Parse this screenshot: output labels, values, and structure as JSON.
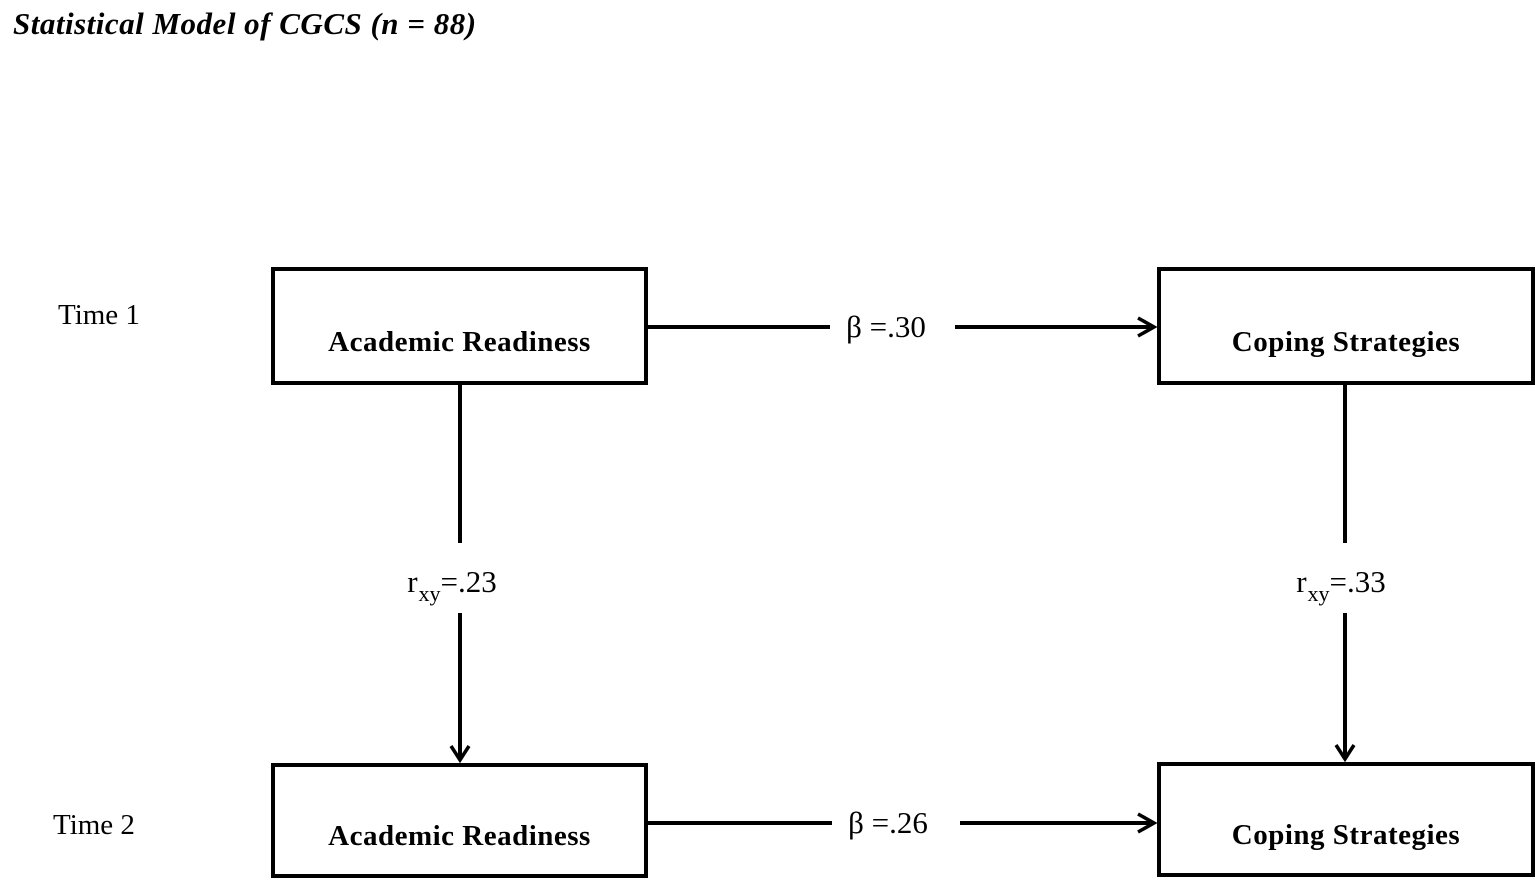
{
  "title": "Statistical Model of CGCS (n = 88)",
  "rows": {
    "time1": "Time 1",
    "time2": "Time 2"
  },
  "boxes": {
    "academic_t1": "Academic Readiness",
    "coping_t1": "Coping Strategies",
    "academic_t2": "Academic Readiness",
    "coping_t2": "Coping Strategies"
  },
  "paths": {
    "beta_t1": "β =.30",
    "beta_t2": "β =.26",
    "r_left": {
      "symbol": "r",
      "subscript": "xy",
      "value": "=.23"
    },
    "r_right": {
      "symbol": "r",
      "subscript": "xy",
      "value": "=.33"
    }
  },
  "colors": {
    "ink": "#000000",
    "background": "#ffffff"
  }
}
